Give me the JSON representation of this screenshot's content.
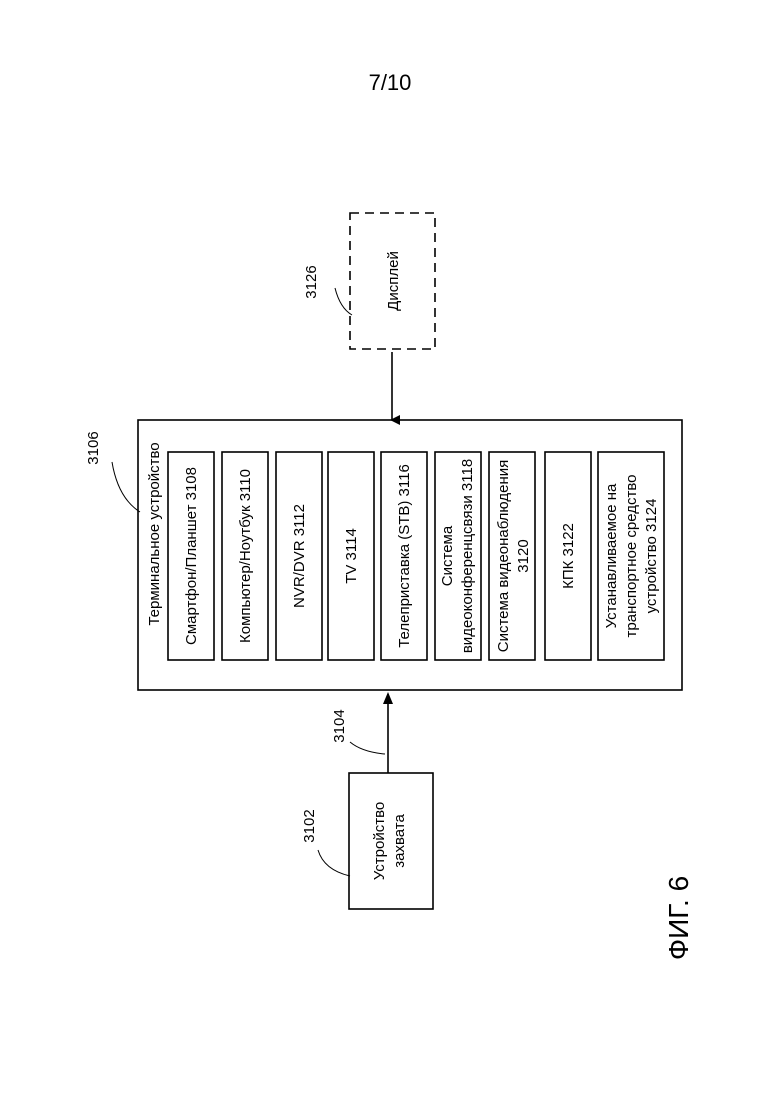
{
  "page_number": "7/10",
  "figure_label": "ФИГ. 6",
  "capture_device": {
    "ref": "3102",
    "line1": "Устройство",
    "line2": "захвата"
  },
  "link_ref": "3104",
  "terminal_device": {
    "ref": "3106",
    "title": "Терминальное устройство",
    "items": [
      {
        "line1": "Смартфон/Планшет 3108"
      },
      {
        "line1": "Компьютер/Ноутбук 3110"
      },
      {
        "line1": "NVR/DVR 3112"
      },
      {
        "line1": "TV  3114"
      },
      {
        "line1": "Телеприставка (STB)  3116"
      },
      {
        "line1": "Система",
        "line2": "видеоконференцсвязи  3118"
      },
      {
        "line1": "Система видеонаблюдения",
        "line2": "3120"
      },
      {
        "line1": "КПК  3122"
      },
      {
        "line1": "Устанавливаемое на",
        "line2": "транспортное средство",
        "line3": "устройство 3124"
      }
    ]
  },
  "display": {
    "ref": "3126",
    "label": "Дисплей"
  }
}
